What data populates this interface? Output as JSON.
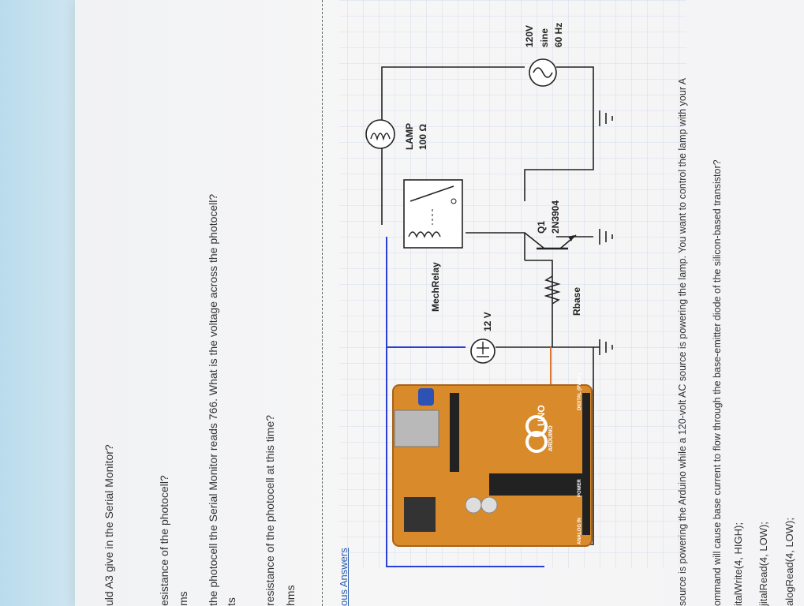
{
  "left_column": [
    "uld A3 give in the Serial Monitor?",
    "esistance of the photocell?",
    "ms",
    "the photocell the Serial Monitor reads 766. What is the voltage across the photocell?",
    "ts",
    "resistance of the photocell at this time?",
    "hms"
  ],
  "link": "ous Answers",
  "circuit": {
    "source_label_1": "120V",
    "source_label_2": "sine",
    "source_label_3": "60 Hz",
    "lamp_label_1": "LAMP",
    "lamp_label_2": "100 Ω",
    "relay_label": "MechRelay",
    "transistor_label_1": "Q1",
    "transistor_label_2": "2N3904",
    "battery_label": "12 V",
    "resistor_label": "Rbase",
    "board_label": "UNO",
    "board_brand": "ARDUINO",
    "board_power": "POWER",
    "board_analog": "ANALOG IN",
    "board_digital": "DIGITAL (PWM~)",
    "colors": {
      "board": "#d98a2a",
      "wire_blue": "#2b3fd6",
      "wire_orange": "#d9742a",
      "wire": "#222222"
    }
  },
  "right_column": [
    "source is powering the Arduino while a 120-volt AC source is powering the lamp. You want to control the lamp with your A",
    "ommand will cause base current to flow through the base-emitter diode of the silicon-based transistor?",
    "italWrite(4, HIGH);",
    "jitalRead(4, LOW);",
    "alogRead(4, LOW);"
  ]
}
